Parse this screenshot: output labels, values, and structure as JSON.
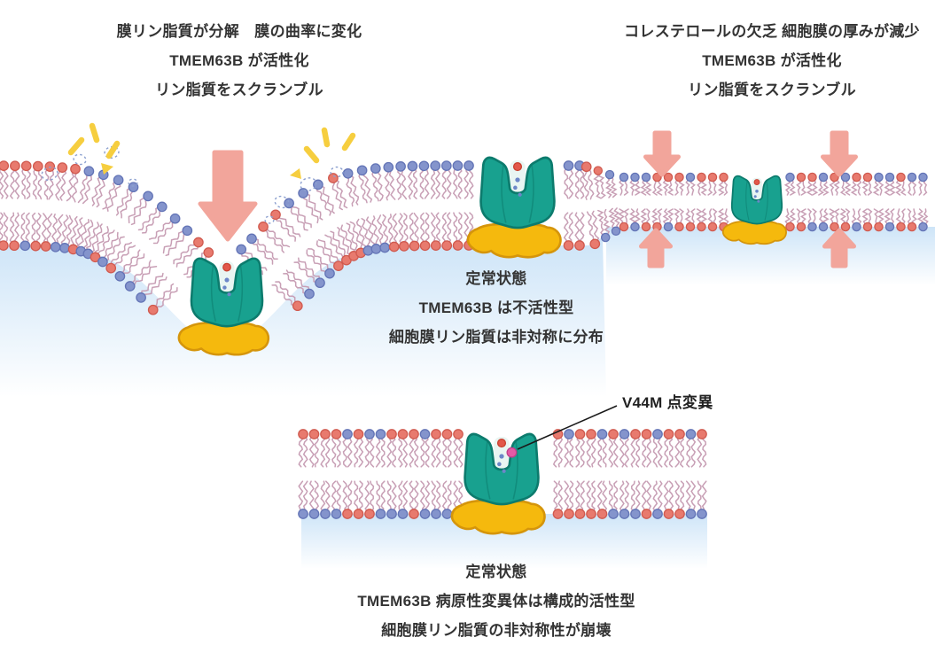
{
  "captions": {
    "curvature": [
      "膜リン脂質が分解　膜の曲率に変化",
      "TMEM63B が活性化",
      "リン脂質をスクランブル"
    ],
    "cholesterol": [
      "コレステロールの欠乏 細胞膜の厚みが減少",
      "TMEM63B が活性化",
      "リン脂質をスクランブル"
    ],
    "steady_state": [
      "定常状態",
      "TMEM63B は不活性型",
      "細胞膜リン脂質は非対称に分布"
    ],
    "mutant": [
      "定常状態",
      "TMEM63B 病原性変異体は構成的活性型",
      "細胞膜リン脂質の非対称性が崩壊"
    ],
    "v44m": "V44M 点変異"
  },
  "icons": {
    "down_arrow": "block-arrow-down",
    "up_arrow": "block-arrow-up",
    "spark": "stress-spark",
    "swirl": "degraded-lipid-swirl",
    "mutation": "v44m-mutation-dot"
  },
  "colors": {
    "lipid_head_blue": "#8494CC",
    "lipid_head_blue_edge": "#6374B6",
    "lipid_head_red": "#E87A6E",
    "lipid_head_red_edge": "#D05A4F",
    "lipid_tail": "#C89FB5",
    "protein_teal": "#18A18F",
    "protein_teal_edge": "#0C7B6D",
    "protein_base_gold": "#F5B90D",
    "protein_base_edge": "#D5950B",
    "arrow_pink": "#F2A59B",
    "spark_yellow": "#F6CE3F",
    "mutation_pink": "#E45AA5",
    "cytoplasm_blue": "#C9E2F7",
    "swirl_blue": "#8CA0CF",
    "text_dark": "#333333"
  }
}
